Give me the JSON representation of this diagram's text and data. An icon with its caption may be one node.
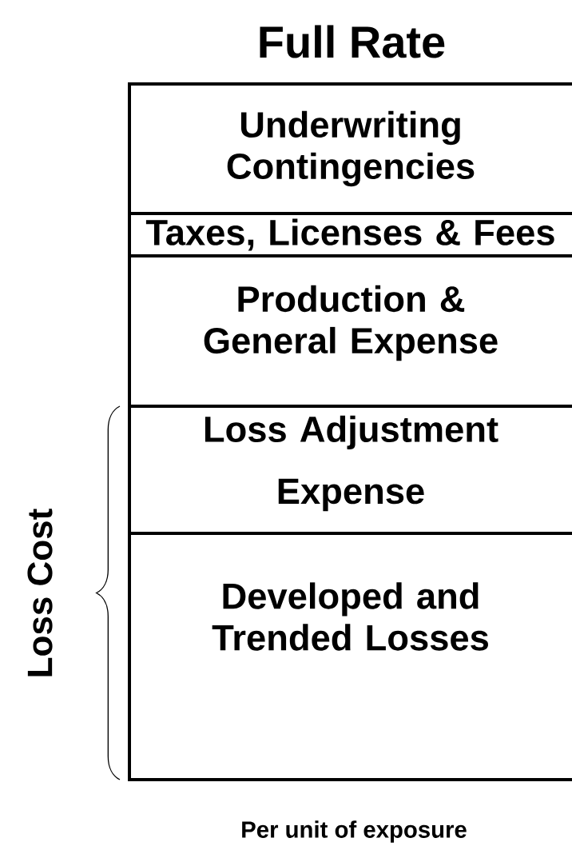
{
  "diagram": {
    "title": "Full Rate",
    "nodes": [
      {
        "text": [
          "Underwriting Contingencies"
        ]
      },
      {
        "text": [
          "Taxes, Licenses & Fees"
        ]
      },
      {
        "text": [
          "Production & General Expense"
        ]
      },
      {
        "text": [
          "Loss Adjustment Expense"
        ]
      },
      {
        "text": [
          "Developed and Trended Losses"
        ]
      }
    ],
    "labels": [
      "Loss Cost",
      "Per unit of exposure"
    ]
  }
}
